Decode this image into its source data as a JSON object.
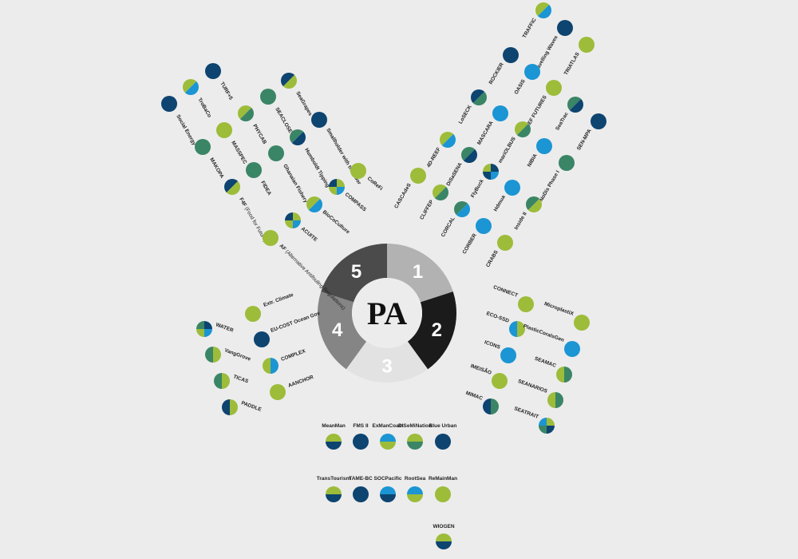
{
  "colors": {
    "navy": "#0d4470",
    "teal": "#3a8566",
    "lime": "#9dbc3a",
    "sky": "#1b95d3",
    "background": "#ececec",
    "seg1": "#b2b2b2",
    "seg2": "#1b1b1b",
    "seg3": "#e2e2e2",
    "seg4": "#858585",
    "seg5": "#4b4b4b"
  },
  "hub": {
    "center_text": "PA",
    "segments": [
      {
        "label": "1",
        "color": "seg1"
      },
      {
        "label": "2",
        "color": "seg2"
      },
      {
        "label": "3",
        "color": "seg3"
      },
      {
        "label": "4",
        "color": "seg4"
      },
      {
        "label": "5",
        "color": "seg5"
      }
    ]
  },
  "projects": [
    {
      "group": "1",
      "label": "TURF+5",
      "circle": "solid",
      "colors": [
        "navy"
      ]
    },
    {
      "group": "1",
      "label": "TroBaCo",
      "circle": "diag",
      "colors": [
        "lime",
        "sky"
      ]
    },
    {
      "group": "1",
      "label": "Social Energy",
      "circle": "solid",
      "colors": [
        "navy"
      ]
    },
    {
      "group": "1",
      "label": "SeaGrapes",
      "circle": "diag",
      "colors": [
        "navy",
        "lime"
      ]
    },
    {
      "group": "1",
      "label": "SEACLOSE",
      "circle": "solid",
      "colors": [
        "teal"
      ]
    },
    {
      "group": "1",
      "label": "PHYCAB",
      "circle": "diag",
      "colors": [
        "lime",
        "teal"
      ]
    },
    {
      "group": "1",
      "label": "MASSPEC",
      "circle": "solid",
      "colors": [
        "lime"
      ]
    },
    {
      "group": "1",
      "label": "MAKOPA",
      "circle": "solid",
      "colors": [
        "teal"
      ]
    },
    {
      "group": "1",
      "label": "Smallholder with the Poor",
      "circle": "solid",
      "colors": [
        "navy"
      ]
    },
    {
      "group": "1",
      "label": "Humboldt Tipping",
      "circle": "diag",
      "colors": [
        "teal",
        "navy"
      ]
    },
    {
      "group": "1",
      "label": "Ghanaian Fishery",
      "circle": "solid",
      "colors": [
        "teal"
      ]
    },
    {
      "group": "1",
      "label": "FIDEA",
      "circle": "solid",
      "colors": [
        "teal"
      ]
    },
    {
      "group": "1",
      "label": "F4F",
      "label_note": "(Food for Future)",
      "circle": "diag",
      "colors": [
        "navy",
        "lime"
      ]
    },
    {
      "group": "1",
      "label": "CoReFi",
      "circle": "solid",
      "colors": [
        "lime"
      ]
    },
    {
      "group": "1",
      "label": "COMPASS",
      "circle": "quad",
      "colors": [
        "navy",
        "lime",
        "sky",
        "lime"
      ]
    },
    {
      "group": "1",
      "label": "BioCoCulture",
      "circle": "diag",
      "colors": [
        "lime",
        "sky"
      ]
    },
    {
      "group": "1",
      "label": "ACUITE",
      "circle": "quad",
      "colors": [
        "navy",
        "lime",
        "sky",
        "lime"
      ]
    },
    {
      "group": "1",
      "label": "AF",
      "label_note": "(Alternative Antifouling Regulations)",
      "circle": "solid",
      "colors": [
        "lime"
      ]
    },
    {
      "group": "2",
      "label": "TRAFFIC",
      "circle": "diag",
      "colors": [
        "lime",
        "sky"
      ]
    },
    {
      "group": "2",
      "label": "Travelling Waves",
      "circle": "solid",
      "colors": [
        "navy"
      ]
    },
    {
      "group": "2",
      "label": "TRIATLAS",
      "circle": "solid",
      "colors": [
        "lime"
      ]
    },
    {
      "group": "2",
      "label": "ROCKIER",
      "circle": "solid",
      "colors": [
        "navy"
      ]
    },
    {
      "group": "2",
      "label": "OASIS",
      "circle": "solid",
      "colors": [
        "sky"
      ]
    },
    {
      "group": "2",
      "label": "LoSECK",
      "circle": "diag",
      "colors": [
        "navy",
        "teal"
      ]
    },
    {
      "group": "2",
      "label": "MASCARA",
      "circle": "solid",
      "colors": [
        "sky"
      ]
    },
    {
      "group": "2",
      "label": "REEF FUTURES",
      "circle": "solid",
      "colors": [
        "lime"
      ]
    },
    {
      "group": "2",
      "label": "SeaTrac",
      "circle": "diag",
      "colors": [
        "teal",
        "navy"
      ]
    },
    {
      "group": "2",
      "label": "SEN-MPA",
      "circle": "solid",
      "colors": [
        "navy"
      ]
    },
    {
      "group": "2",
      "label": "4D-REEF",
      "circle": "diag",
      "colors": [
        "lime",
        "sky"
      ]
    },
    {
      "group": "2",
      "label": "DiSaSENA",
      "circle": "diag",
      "colors": [
        "teal",
        "navy"
      ]
    },
    {
      "group": "2",
      "label": "mariOLBUS",
      "circle": "diag",
      "colors": [
        "lime",
        "teal"
      ]
    },
    {
      "group": "2",
      "label": "NIBIA",
      "circle": "solid",
      "colors": [
        "sky"
      ]
    },
    {
      "group": "2",
      "label": "NoDis Phase I",
      "circle": "solid",
      "colors": [
        "teal"
      ]
    },
    {
      "group": "2",
      "label": "CASCAdeS",
      "circle": "solid",
      "colors": [
        "lime"
      ]
    },
    {
      "group": "2",
      "label": "CLIFFEP",
      "circle": "diag",
      "colors": [
        "lime",
        "teal"
      ]
    },
    {
      "group": "2",
      "label": "FlyBuck",
      "circle": "quad",
      "colors": [
        "lime",
        "navy",
        "sky",
        "navy"
      ]
    },
    {
      "group": "2",
      "label": "Inside II",
      "circle": "diag",
      "colors": [
        "teal",
        "lime"
      ]
    },
    {
      "group": "2",
      "label": "Hdmua",
      "circle": "solid",
      "colors": [
        "sky"
      ]
    },
    {
      "group": "2",
      "label": "CORCAL",
      "circle": "diag",
      "colors": [
        "teal",
        "sky"
      ]
    },
    {
      "group": "2",
      "label": "CORBER",
      "circle": "solid",
      "colors": [
        "sky"
      ]
    },
    {
      "group": "2",
      "label": "CRABS",
      "circle": "solid",
      "colors": [
        "lime"
      ]
    },
    {
      "group": "3",
      "label": "CONNECT",
      "circle": "solid",
      "colors": [
        "lime"
      ]
    },
    {
      "group": "3",
      "label": "MicroplastiX",
      "circle": "solid",
      "colors": [
        "lime"
      ]
    },
    {
      "group": "3",
      "label": "ECO-SSD",
      "circle": "vsplit",
      "colors": [
        "sky",
        "lime"
      ]
    },
    {
      "group": "3",
      "label": "PlasticCoralsGen",
      "circle": "solid",
      "colors": [
        "sky"
      ]
    },
    {
      "group": "3",
      "label": "ICONS",
      "circle": "solid",
      "colors": [
        "sky"
      ]
    },
    {
      "group": "3",
      "label": "SEAMAC",
      "circle": "vsplit",
      "colors": [
        "lime",
        "teal"
      ]
    },
    {
      "group": "3",
      "label": "IMEISÃO",
      "circle": "solid",
      "colors": [
        "lime"
      ]
    },
    {
      "group": "3",
      "label": "SEANARIOS",
      "circle": "vsplit",
      "colors": [
        "lime",
        "teal"
      ]
    },
    {
      "group": "3",
      "label": "MIMAC",
      "circle": "vsplit",
      "colors": [
        "navy",
        "teal"
      ]
    },
    {
      "group": "3",
      "label": "SEATRAIT",
      "circle": "quad",
      "colors": [
        "sky",
        "lime",
        "navy",
        "teal"
      ]
    },
    {
      "group": "4",
      "label": "MeanMan",
      "circle": "hsplit",
      "colors": [
        "lime",
        "navy"
      ]
    },
    {
      "group": "4",
      "label": "FMS II",
      "circle": "solid",
      "colors": [
        "navy"
      ]
    },
    {
      "group": "4",
      "label": "ExManCoast",
      "circle": "hsplit",
      "colors": [
        "sky",
        "lime"
      ]
    },
    {
      "group": "4",
      "label": "DiSeMiNation",
      "circle": "hsplit",
      "colors": [
        "lime",
        "teal"
      ]
    },
    {
      "group": "4",
      "label": "Blue Urban",
      "circle": "solid",
      "colors": [
        "navy"
      ]
    },
    {
      "group": "4",
      "label": "TransTourism",
      "circle": "hsplit",
      "colors": [
        "lime",
        "navy"
      ]
    },
    {
      "group": "4",
      "label": "TAME-BC",
      "circle": "solid",
      "colors": [
        "navy"
      ]
    },
    {
      "group": "4",
      "label": "SOCPacific",
      "circle": "hsplit",
      "colors": [
        "sky",
        "navy"
      ]
    },
    {
      "group": "4",
      "label": "RootSea",
      "circle": "hsplit",
      "colors": [
        "sky",
        "lime"
      ]
    },
    {
      "group": "4",
      "label": "ReMainMan",
      "circle": "solid",
      "colors": [
        "lime"
      ]
    },
    {
      "group": "4",
      "label": "WIOGEN",
      "circle": "hsplit",
      "colors": [
        "lime",
        "navy"
      ]
    },
    {
      "group": "5",
      "label": "WATER",
      "circle": "quad",
      "colors": [
        "teal",
        "navy",
        "sky",
        "lime"
      ]
    },
    {
      "group": "5",
      "label": "Extr. Climate",
      "circle": "solid",
      "colors": [
        "lime"
      ]
    },
    {
      "group": "5",
      "label": "EU-COST Ocean Gov",
      "circle": "solid",
      "colors": [
        "navy"
      ]
    },
    {
      "group": "5",
      "label": "VangGrove",
      "circle": "vsplit",
      "colors": [
        "teal",
        "lime"
      ]
    },
    {
      "group": "5",
      "label": "COMPLEX",
      "circle": "vsplit",
      "colors": [
        "lime",
        "sky"
      ]
    },
    {
      "group": "5",
      "label": "TICAS",
      "circle": "vsplit",
      "colors": [
        "teal",
        "lime"
      ]
    },
    {
      "group": "5",
      "label": "AANCHOR",
      "circle": "solid",
      "colors": [
        "lime"
      ]
    },
    {
      "group": "5",
      "label": "PADDLE",
      "circle": "vsplit",
      "colors": [
        "navy",
        "lime"
      ]
    }
  ]
}
